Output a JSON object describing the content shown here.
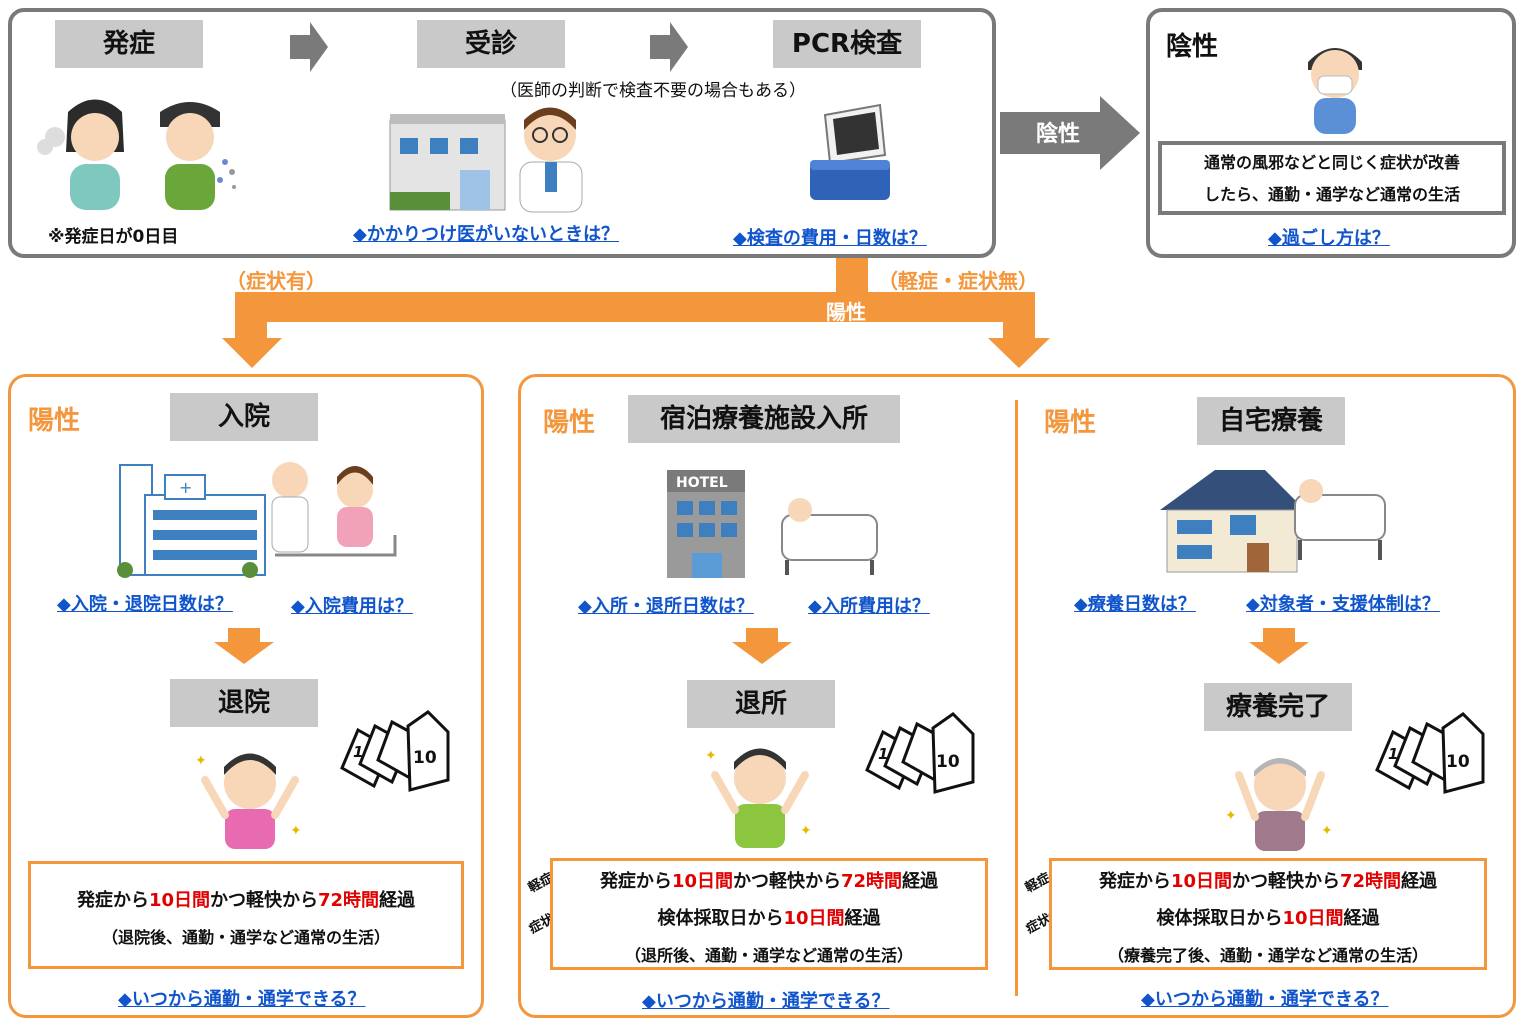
{
  "top": {
    "step_onset": "発症",
    "step_consult": "受診",
    "step_pcr": "PCR検査",
    "consult_note": "（医師の判断で検査不要の場合もある）",
    "onset_note": "※発症日が0日目",
    "link_no_doctor": "◆かかりつけ医がいないときは？",
    "link_test_cost": "◆検査の費用・日数は？"
  },
  "negative": {
    "arrow_label": "陰性",
    "title": "陰性",
    "text_line1": "通常の風邪などと同じく症状が改善",
    "text_line2": "したら、通勤・通学など通常の生活",
    "link": "◆過ごし方は？"
  },
  "branch": {
    "symptomatic": "（症状有）",
    "mild": "（軽症・症状無）",
    "positive": "陽性"
  },
  "hospital": {
    "positive": "陽性",
    "title": "入院",
    "link_days": "◆入院・退院日数は？",
    "link_cost": "◆入院費用は？",
    "discharge": "退院",
    "calendar_start": "1",
    "calendar_end": "10",
    "cond_pre": "発症から",
    "cond_days": "10日間",
    "cond_mid": "かつ軽快から",
    "cond_hours": "72時間",
    "cond_post": "経過",
    "after": "（退院後、通勤・通学など通常の生活）",
    "link_return": "◆いつから通勤・通学できる？"
  },
  "lodging": {
    "positive": "陽性",
    "title": "宿泊療養施設入所",
    "hotel_sign": "HOTEL",
    "link_days": "◆入所・退所日数は？",
    "link_cost": "◆入所費用は？",
    "discharge": "退所",
    "calendar_start": "1",
    "calendar_end": "10",
    "tag_mild": "軽症",
    "tag_asym": "症状無",
    "cond_pre": "発症から",
    "cond_days": "10日間",
    "cond_mid": "かつ軽快から",
    "cond_hours": "72時間",
    "cond_post": "経過",
    "asym_pre": "検体採取日から",
    "asym_days": "10日間",
    "asym_post": "経過",
    "after": "（退所後、通勤・通学など通常の生活）",
    "link_return": "◆いつから通勤・通学できる？"
  },
  "home": {
    "positive": "陽性",
    "title": "自宅療養",
    "link_days": "◆療養日数は？",
    "link_support": "◆対象者・支援体制は？",
    "discharge": "療養完了",
    "calendar_start": "1",
    "calendar_end": "10",
    "tag_mild": "軽症",
    "tag_asym": "症状無",
    "cond_pre": "発症から",
    "cond_days": "10日間",
    "cond_mid": "かつ軽快から",
    "cond_hours": "72時間",
    "cond_post": "経過",
    "asym_pre": "検体採取日から",
    "asym_days": "10日間",
    "asym_post": "経過",
    "after": "（療養完了後、通勤・通学など通常の生活）",
    "link_return": "◆いつから通勤・通学できる？"
  },
  "colors": {
    "orange": "#f3963c",
    "gray_step": "#c9c9c9",
    "panel_border": "#7a7a7a",
    "link": "#1155cc",
    "red": "#e00000"
  }
}
